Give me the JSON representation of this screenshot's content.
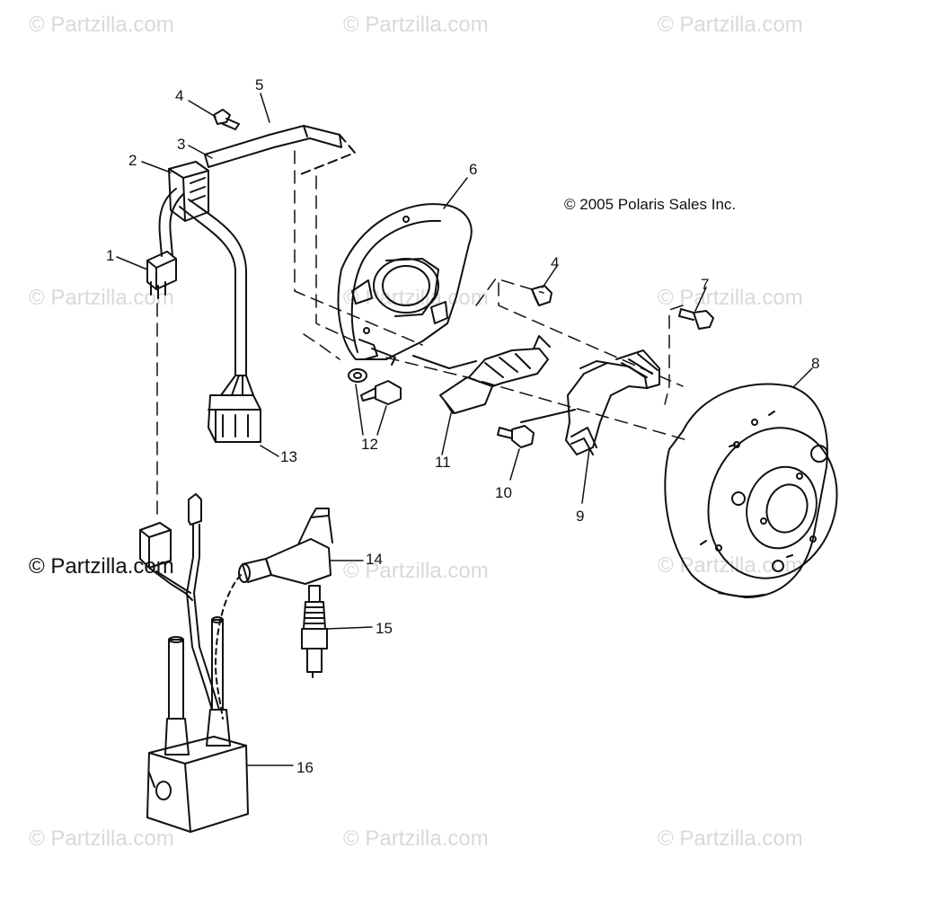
{
  "diagram": {
    "copyright": "© 2005 Polaris Sales Inc.",
    "watermark_text": "© Partzilla.com",
    "watermark_text_strong": "© Partzilla.com",
    "callouts": [
      "1",
      "2",
      "3",
      "4",
      "5",
      "6",
      "4",
      "7",
      "8",
      "9",
      "10",
      "11",
      "12",
      "13",
      "14",
      "15",
      "16"
    ]
  },
  "colors": {
    "line": "#111111",
    "watermark": "#d9d9d9",
    "background": "#ffffff"
  }
}
